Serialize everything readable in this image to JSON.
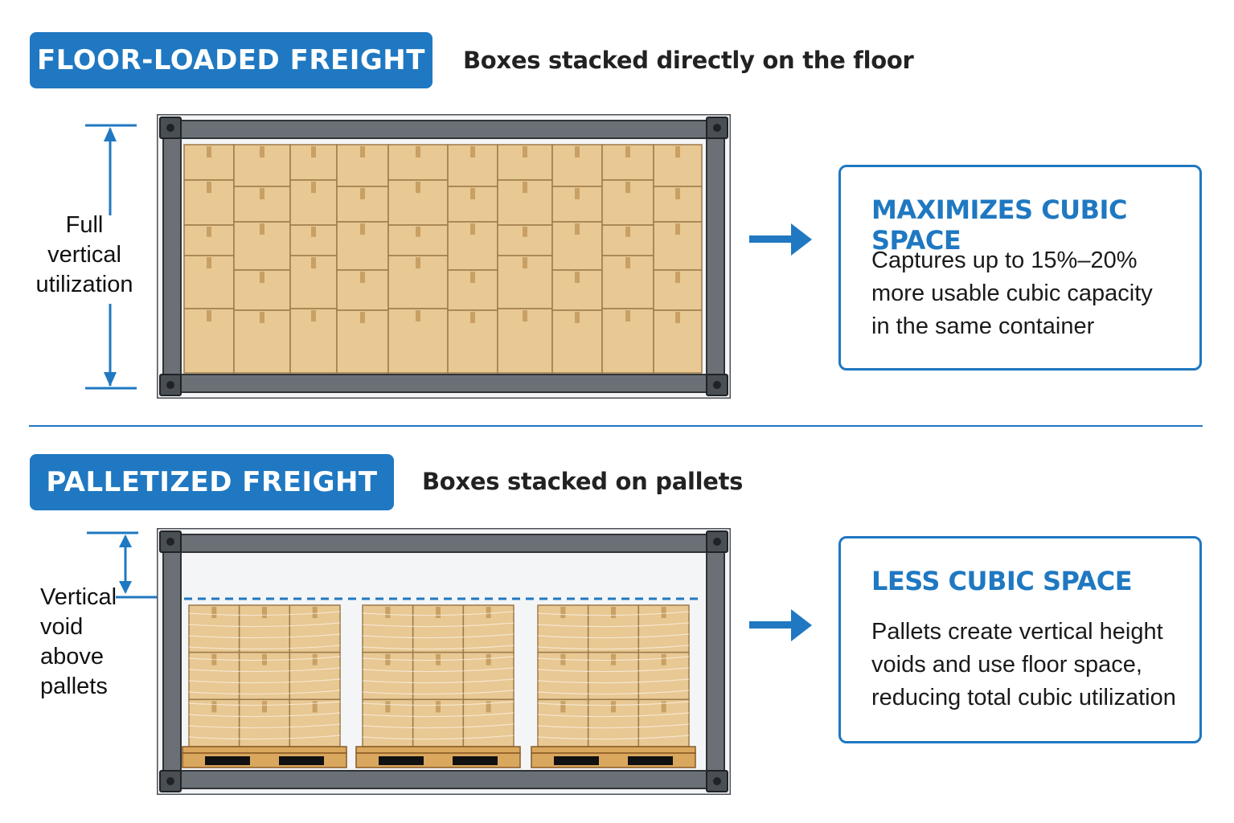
{
  "floor_loaded": {
    "tag": "FLOOR-LOADED FREIGHT",
    "subtitle": "Boxes stacked directly on the floor",
    "side_label": [
      "Full",
      "vertical",
      "utilization"
    ],
    "box_title": "MAXIMIZES CUBIC SPACE",
    "box_body": [
      "Captures up to 15%–20%",
      "more usable cubic capacity",
      "in the same container"
    ]
  },
  "palletized": {
    "tag": "PALLETIZED FREIGHT",
    "subtitle": "Boxes stacked on pallets",
    "side_label": [
      "Vertical",
      "void",
      "above",
      "pallets"
    ],
    "box_title": "LESS CUBIC SPACE",
    "box_body": [
      "Pallets create vertical height",
      "voids and use floor space,",
      "reducing total cubic utilization"
    ]
  },
  "colors": {
    "accent": "#1f78c1",
    "container_frame": "#4a4f55",
    "box_fill": "#e8c893",
    "box_edge": "#9c7a4a",
    "tape": "#c9a064",
    "pallet_wood": "#d9a75e"
  },
  "icons": [
    "arrow-right-icon",
    "dimension-arrow-icon"
  ]
}
